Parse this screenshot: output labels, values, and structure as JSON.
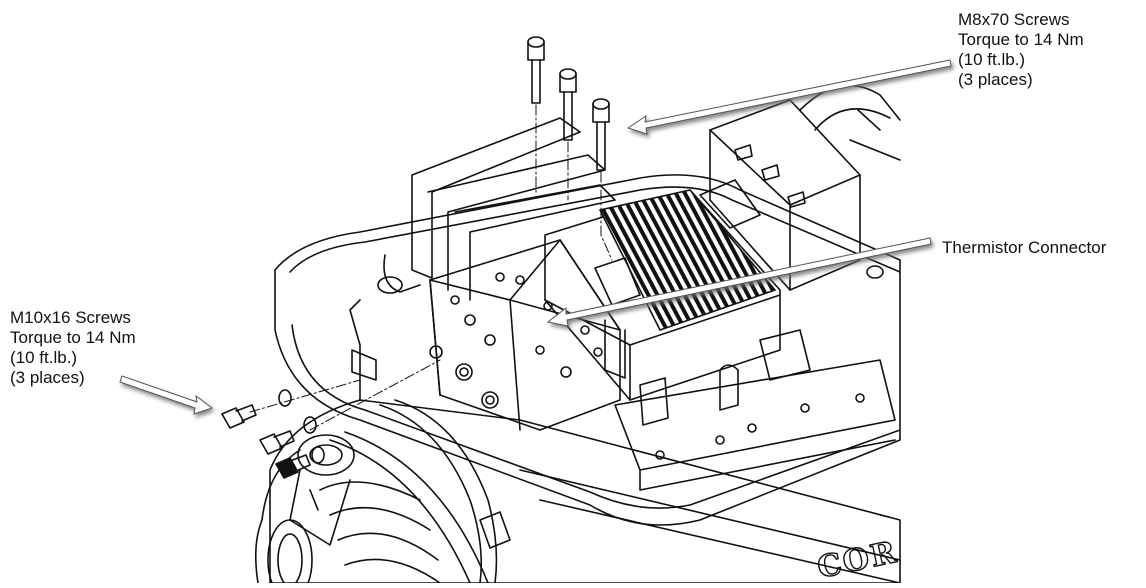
{
  "callouts": {
    "m8_screws": {
      "lines": [
        "M8x70 Screws",
        "Torque to 14 Nm",
        "(10 ft.lb.)",
        "(3 places)"
      ],
      "icon": "arrow-left-icon"
    },
    "thermistor": {
      "label": "Thermistor Connector",
      "icon": "arrow-left-icon"
    },
    "m10_screws": {
      "lines": [
        "M10x16 Screws",
        "Torque to 14 Nm",
        "(10 ft.lb.)",
        "(3 places)"
      ],
      "icon": "arrow-right-icon"
    }
  },
  "drawing": {
    "logo_text": "COR",
    "colors": {
      "line": "#111111",
      "background": "#ffffff",
      "arrow": "#ffffff",
      "arrow_shadow": "#777777"
    }
  }
}
